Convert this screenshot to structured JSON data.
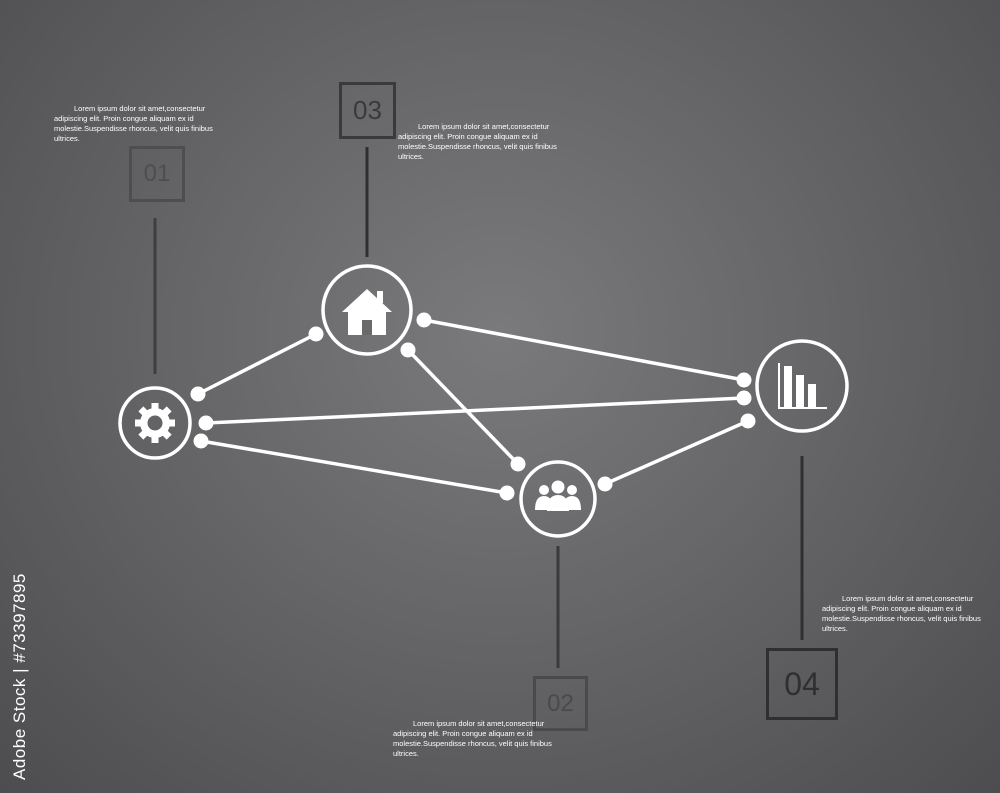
{
  "steps": [
    {
      "number": "01",
      "icon": "gear-icon",
      "text": "Lorem ipsum dolor sit amet,consectetur adipiscing elit. Proin congue aliquam ex id molestie.Suspendisse rhoncus, velit quis finibus ultrices."
    },
    {
      "number": "02",
      "icon": "people-icon",
      "text": "Lorem ipsum dolor sit amet,consectetur adipiscing elit. Proin congue aliquam ex id molestie.Suspendisse rhoncus, velit quis finibus ultrices."
    },
    {
      "number": "03",
      "icon": "house-icon",
      "text": "Lorem ipsum dolor sit amet,consectetur adipiscing elit. Proin congue aliquam ex id molestie.Suspendisse rhoncus, velit quis finibus ultrices."
    },
    {
      "number": "04",
      "icon": "bar-chart-icon",
      "text": "Lorem ipsum dolor sit amet,consectetur adipiscing elit. Proin congue aliquam ex id molestie.Suspendisse rhoncus, velit quis finibus ultrices."
    }
  ],
  "connections": [
    [
      "gear",
      "house"
    ],
    [
      "gear",
      "chart"
    ],
    [
      "gear",
      "people"
    ],
    [
      "house",
      "chart"
    ],
    [
      "house",
      "people"
    ],
    [
      "people",
      "chart"
    ]
  ],
  "watermark": "Adobe Stock | #73397895",
  "colors": {
    "background": "#666668",
    "line": "#ffffff",
    "box_dark": "#2f2f31",
    "box_light": "#4e4e50"
  }
}
